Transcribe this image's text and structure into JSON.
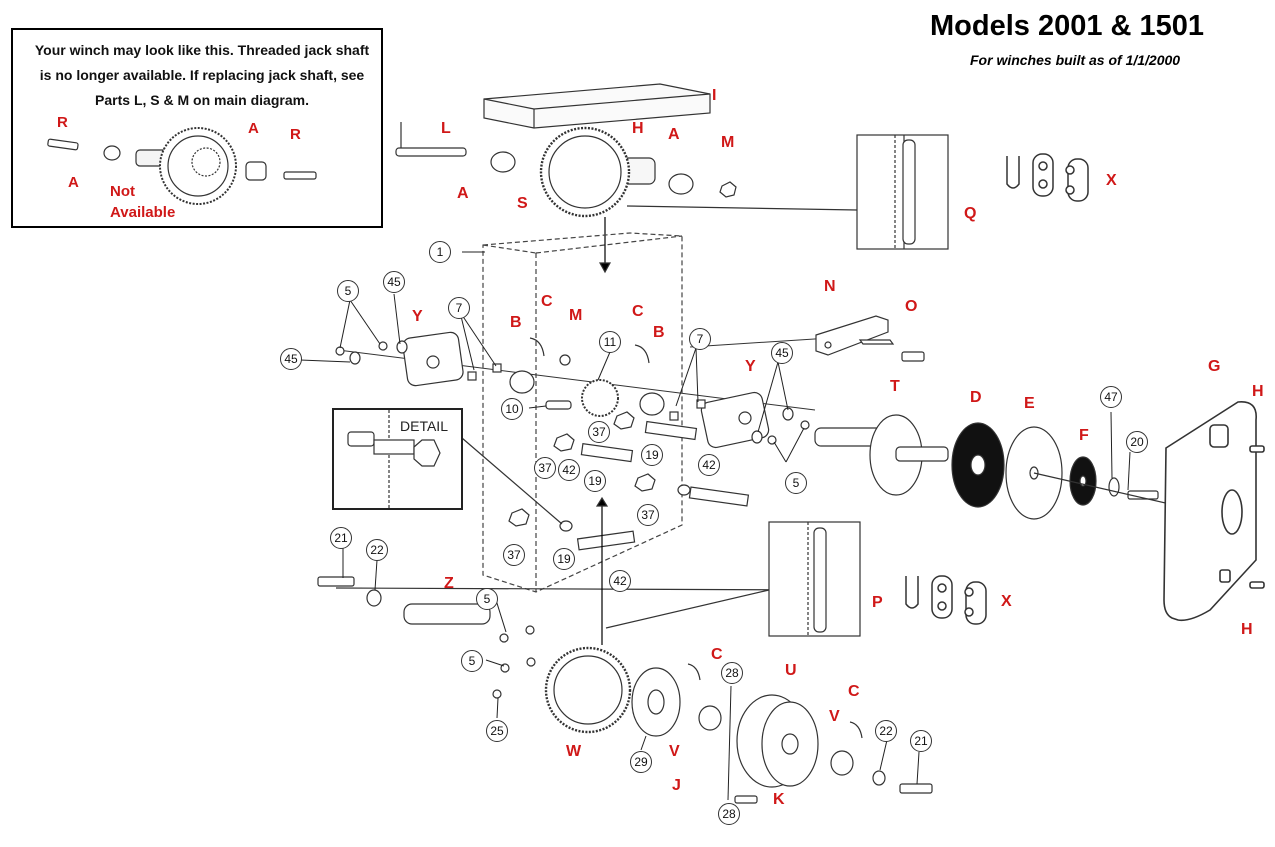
{
  "header": {
    "title": "Models 2001 & 1501",
    "subtitle": "For winches built as of 1/1/2000"
  },
  "inset": {
    "note": "Your winch may look like this. Threaded jack shaft is no longer available. If replacing jack shaft, see Parts L, S & M on main diagram.",
    "not_available": "Not Available",
    "labels": [
      "R",
      "A",
      "A",
      "R"
    ]
  },
  "detail": {
    "label": "DETAIL"
  },
  "part_letters": [
    "A",
    "A",
    "B",
    "B",
    "C",
    "C",
    "C",
    "C",
    "D",
    "E",
    "F",
    "G",
    "H",
    "H",
    "H",
    "I",
    "J",
    "K",
    "L",
    "M",
    "M",
    "N",
    "O",
    "P",
    "Q",
    "S",
    "T",
    "U",
    "V",
    "V",
    "W",
    "X",
    "X",
    "Y",
    "Y",
    "Z"
  ],
  "part_numbers": [
    "1",
    "5",
    "5",
    "5",
    "5",
    "7",
    "7",
    "10",
    "11",
    "19",
    "19",
    "19",
    "20",
    "21",
    "21",
    "22",
    "22",
    "25",
    "28",
    "28",
    "29",
    "37",
    "37",
    "37",
    "37",
    "42",
    "42",
    "42",
    "45",
    "45",
    "45",
    "47"
  ],
  "colors": {
    "label_red": "#d01818",
    "line": "#222222",
    "fill_dark": "#111111"
  }
}
